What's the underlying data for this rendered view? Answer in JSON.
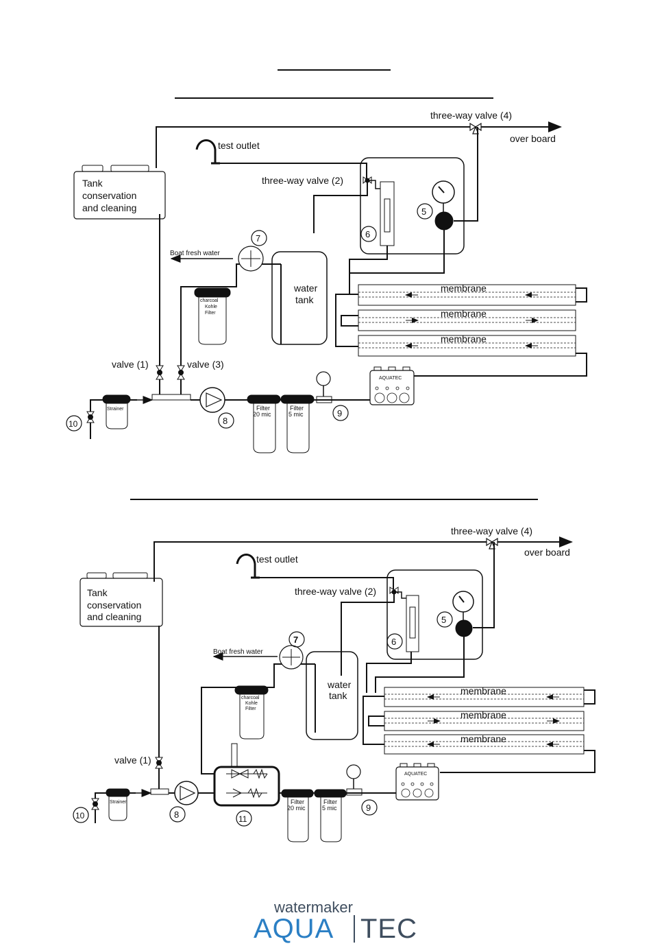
{
  "diagram_top": {
    "three_way_valve_4": "three-way valve (4)",
    "over_board": "over board",
    "test_outlet": "test outlet",
    "three_way_valve_2": "three-way valve (2)",
    "tank_label": [
      "Tank",
      "conservation",
      "and cleaning"
    ],
    "num_5": "5",
    "num_6": "6",
    "num_7": "7",
    "num_8": "8",
    "num_9": "9",
    "num_10": "10",
    "boat_fresh_water": "Boat fresh water",
    "water_tank": [
      "water",
      "tank"
    ],
    "charcoal_filter": [
      "charcoal",
      "Kohle",
      "Filter"
    ],
    "membrane": "membrane",
    "valve_1": "valve (1)",
    "valve_3": "valve (3)",
    "aquatec": "AQUATEC",
    "strainer": "Strainer",
    "filter_20": [
      "Filter",
      "20 mic"
    ],
    "filter_5": [
      "Filter",
      "5 mic"
    ]
  },
  "diagram_bottom": {
    "three_way_valve_4": "three-way valve (4)",
    "over_board": "over board",
    "test_outlet": "test outlet",
    "three_way_valve_2": "three-way valve (2)",
    "tank_label": [
      "Tank",
      "conservation",
      "and cleaning"
    ],
    "num_5": "5",
    "num_6": "6",
    "num_7": "7",
    "num_8": "8",
    "num_9": "9",
    "num_10": "10",
    "num_11": "11",
    "boat_fresh_water": "Boat fresh water",
    "water_tank": [
      "water",
      "tank"
    ],
    "charcoal_filter": [
      "charcoal",
      "Kohle",
      "Filter"
    ],
    "membrane": "membrane",
    "valve_1": "valve (1)",
    "aquatec": "AQUATEC",
    "strainer": "Strainer",
    "filter_20": [
      "Filter",
      "20 mic"
    ],
    "filter_5": [
      "Filter",
      "5 mic"
    ]
  },
  "logo": {
    "top": "watermaker",
    "aqua": "AQUA",
    "tec": "TEC"
  },
  "colors": {
    "logo_blue": "#2b7fc4",
    "logo_gray": "#3e4d5e"
  }
}
